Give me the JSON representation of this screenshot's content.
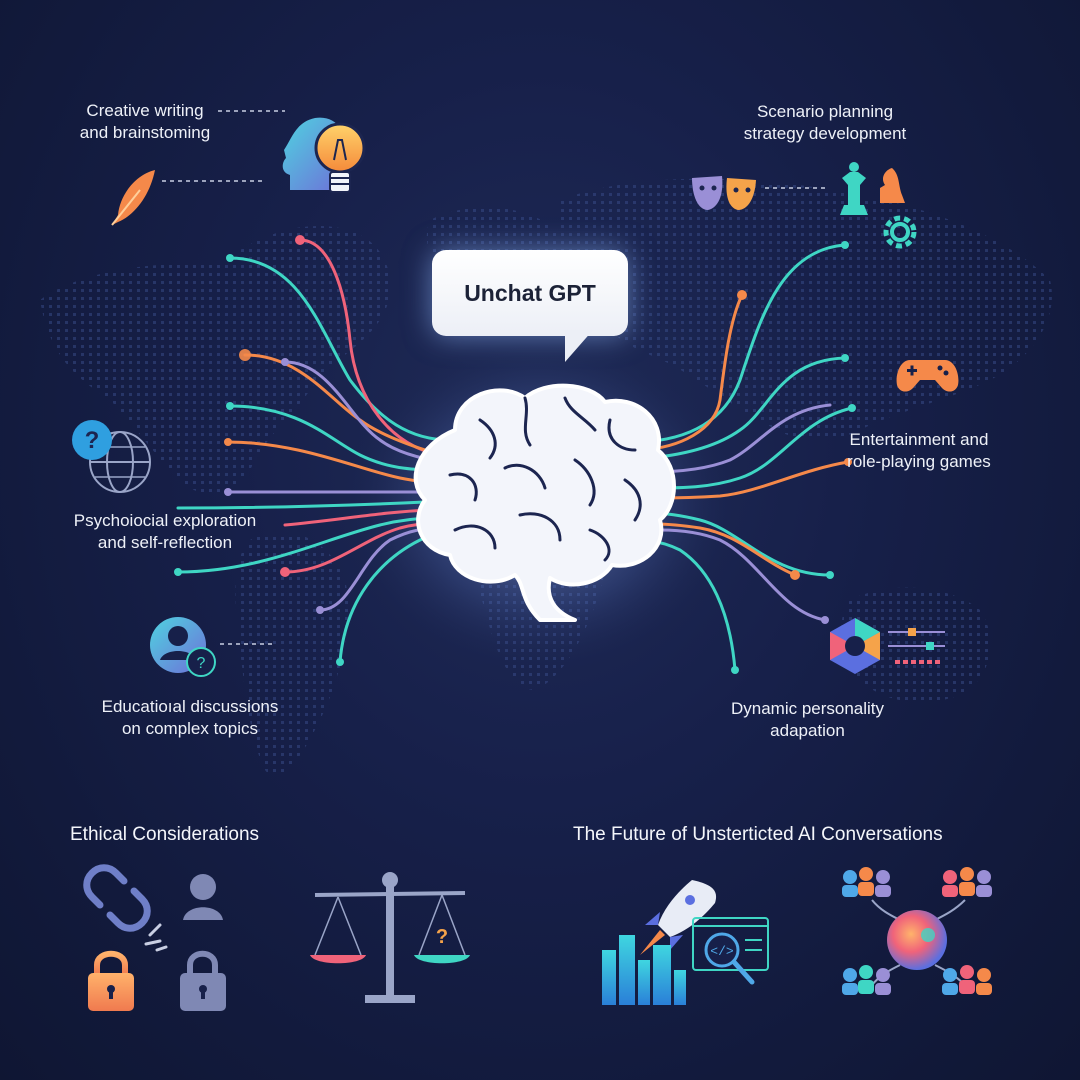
{
  "title": "Unchat GPT",
  "use_cases": {
    "creative": [
      "Creative writing",
      "and brainstoming"
    ],
    "scenario": [
      "Scenario planning",
      "strategy development"
    ],
    "psychological": [
      "Psychoiocial exploration",
      "and self-reflection"
    ],
    "entertainment": [
      "Entertainment and",
      "role-playing games"
    ],
    "educational": [
      "Educatioıal discussions",
      "on complex topics"
    ],
    "dynamic": [
      "Dynamic personality",
      "adapation"
    ]
  },
  "sections": {
    "ethical": "Ethical Considerations",
    "future": "The Future of Unsterticted AI Conversations"
  },
  "icons": [
    "feather-icon",
    "head-lightbulb-icon",
    "theater-masks-icon",
    "chess-knight-icon",
    "gear-icon",
    "gamepad-icon",
    "question-globe-icon",
    "user-question-icon",
    "hexagon-dashboard-icon",
    "chain-link-icon",
    "user-icon",
    "padlock-icon",
    "balance-scale-icon",
    "rocket-icon",
    "city-skyline-icon",
    "code-search-icon",
    "network-people-icon",
    "brain-icon",
    "world-map-icon"
  ],
  "colors": {
    "teal": "#3fd6c4",
    "orange": "#f5894a",
    "purple": "#9a8fd6",
    "red": "#f0637a",
    "background": "#17204a"
  }
}
